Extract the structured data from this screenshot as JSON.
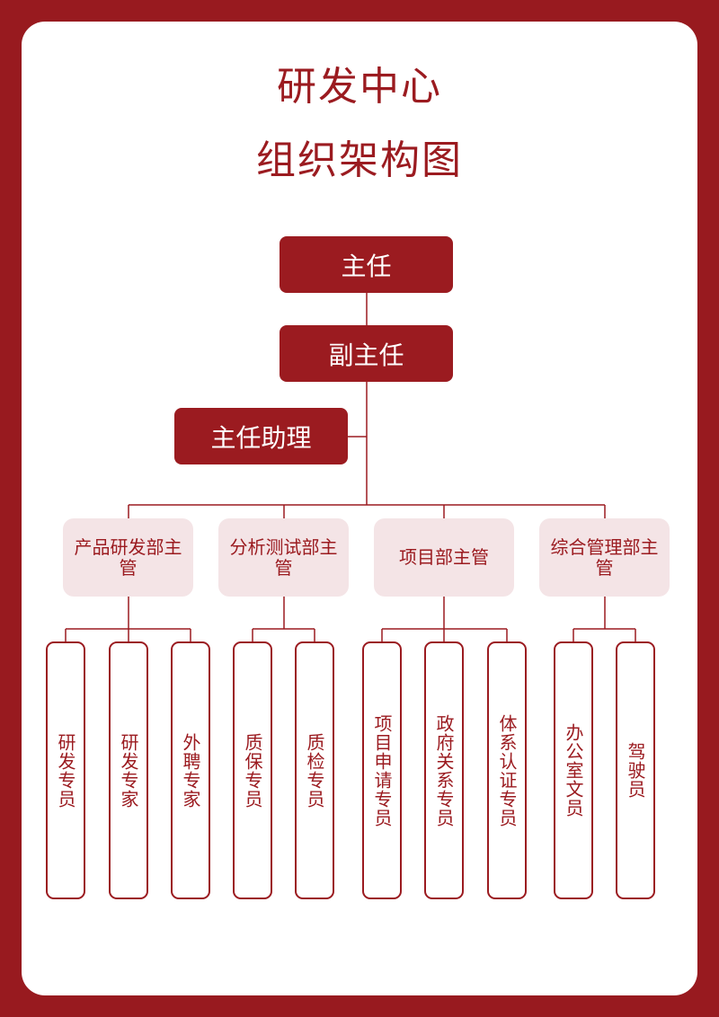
{
  "title": {
    "line1": "研发中心",
    "line2": "组织架构图"
  },
  "director": "主任",
  "deputy_director": "副主任",
  "assistant": "主任助理",
  "departments": [
    {
      "label": "产品研发部主管",
      "staff": [
        "研发专员",
        "研发专家",
        "外聘专家"
      ]
    },
    {
      "label": "分析测试部主管",
      "staff": [
        "质保专员",
        "质检专员"
      ]
    },
    {
      "label": "项目部主管",
      "staff": [
        "项目申请专员",
        "政府关系专员",
        "体系认证专员"
      ]
    },
    {
      "label": "综合管理部主管",
      "staff": [
        "办公室文员",
        "驾驶员"
      ]
    }
  ],
  "colors": {
    "primary": "#9b1b20",
    "dept_fill": "#f4e4e6",
    "background": "#981a1f"
  }
}
